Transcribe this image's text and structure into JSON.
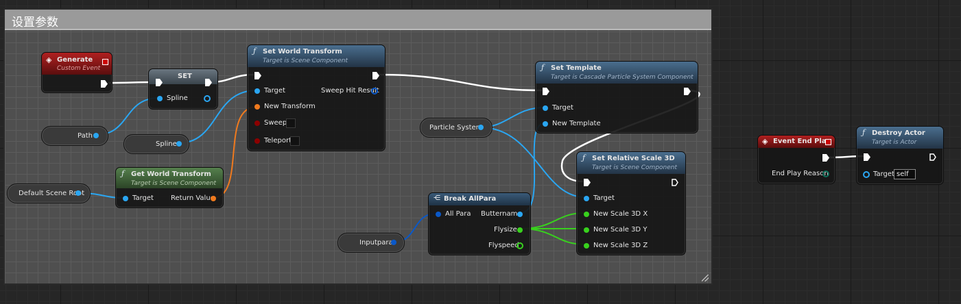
{
  "comment": {
    "title": "设置参数"
  },
  "nodes": {
    "generate": {
      "title": "Generate",
      "subtitle": "Custom Event"
    },
    "set": {
      "title": "SET",
      "pin_spline": "Spline"
    },
    "path_var": {
      "label": "Path"
    },
    "spline_var": {
      "label": "Spline"
    },
    "default_scene_root_var": {
      "label": "Default Scene Root"
    },
    "set_world_transform": {
      "title": "Set World Transform",
      "subtitle": "Target is Scene Component",
      "pin_target": "Target",
      "pin_new_transform": "New Transform",
      "pin_sweep": "Sweep",
      "pin_teleport": "Teleport",
      "pin_sweep_hit_result": "Sweep Hit Result"
    },
    "get_world_transform": {
      "title": "Get World Transform",
      "subtitle": "Target is Scene Component",
      "pin_target": "Target",
      "pin_return_value": "Return Value"
    },
    "set_template": {
      "title": "Set Template",
      "subtitle": "Target is Cascade Particle System Component",
      "pin_target": "Target",
      "pin_new_template": "New Template"
    },
    "particle_system_var": {
      "label": "Particle System"
    },
    "set_relative_scale": {
      "title": "Set Relative Scale 3D",
      "subtitle": "Target is Scene Component",
      "pin_target": "Target",
      "pin_x": "New Scale 3D X",
      "pin_y": "New Scale 3D Y",
      "pin_z": "New Scale 3D Z"
    },
    "break_allpara": {
      "title": "Break AllPara",
      "pin_all_para": "All Para",
      "pin_buttername": "Buttername",
      "pin_flysize": "Flysize",
      "pin_flyspeed": "Flyspeed"
    },
    "inputpara_var": {
      "label": "Inputpara"
    },
    "event_end_play": {
      "title": "Event End Play",
      "pin_reason": "End Play Reason"
    },
    "destroy_actor": {
      "title": "Destroy Actor",
      "subtitle": "Target is Actor",
      "pin_target": "Target",
      "target_value": "self"
    }
  },
  "colors": {
    "exec": "#ffffff",
    "object": "#2aa6f2",
    "struct": "#f07a1e",
    "bool": "#8c0000",
    "float": "#38d11d",
    "function_header": "#3c5a75",
    "pure_header": "#3c6b38",
    "event_header": "#a01a1a",
    "struct_pin": "#0a58c8"
  }
}
